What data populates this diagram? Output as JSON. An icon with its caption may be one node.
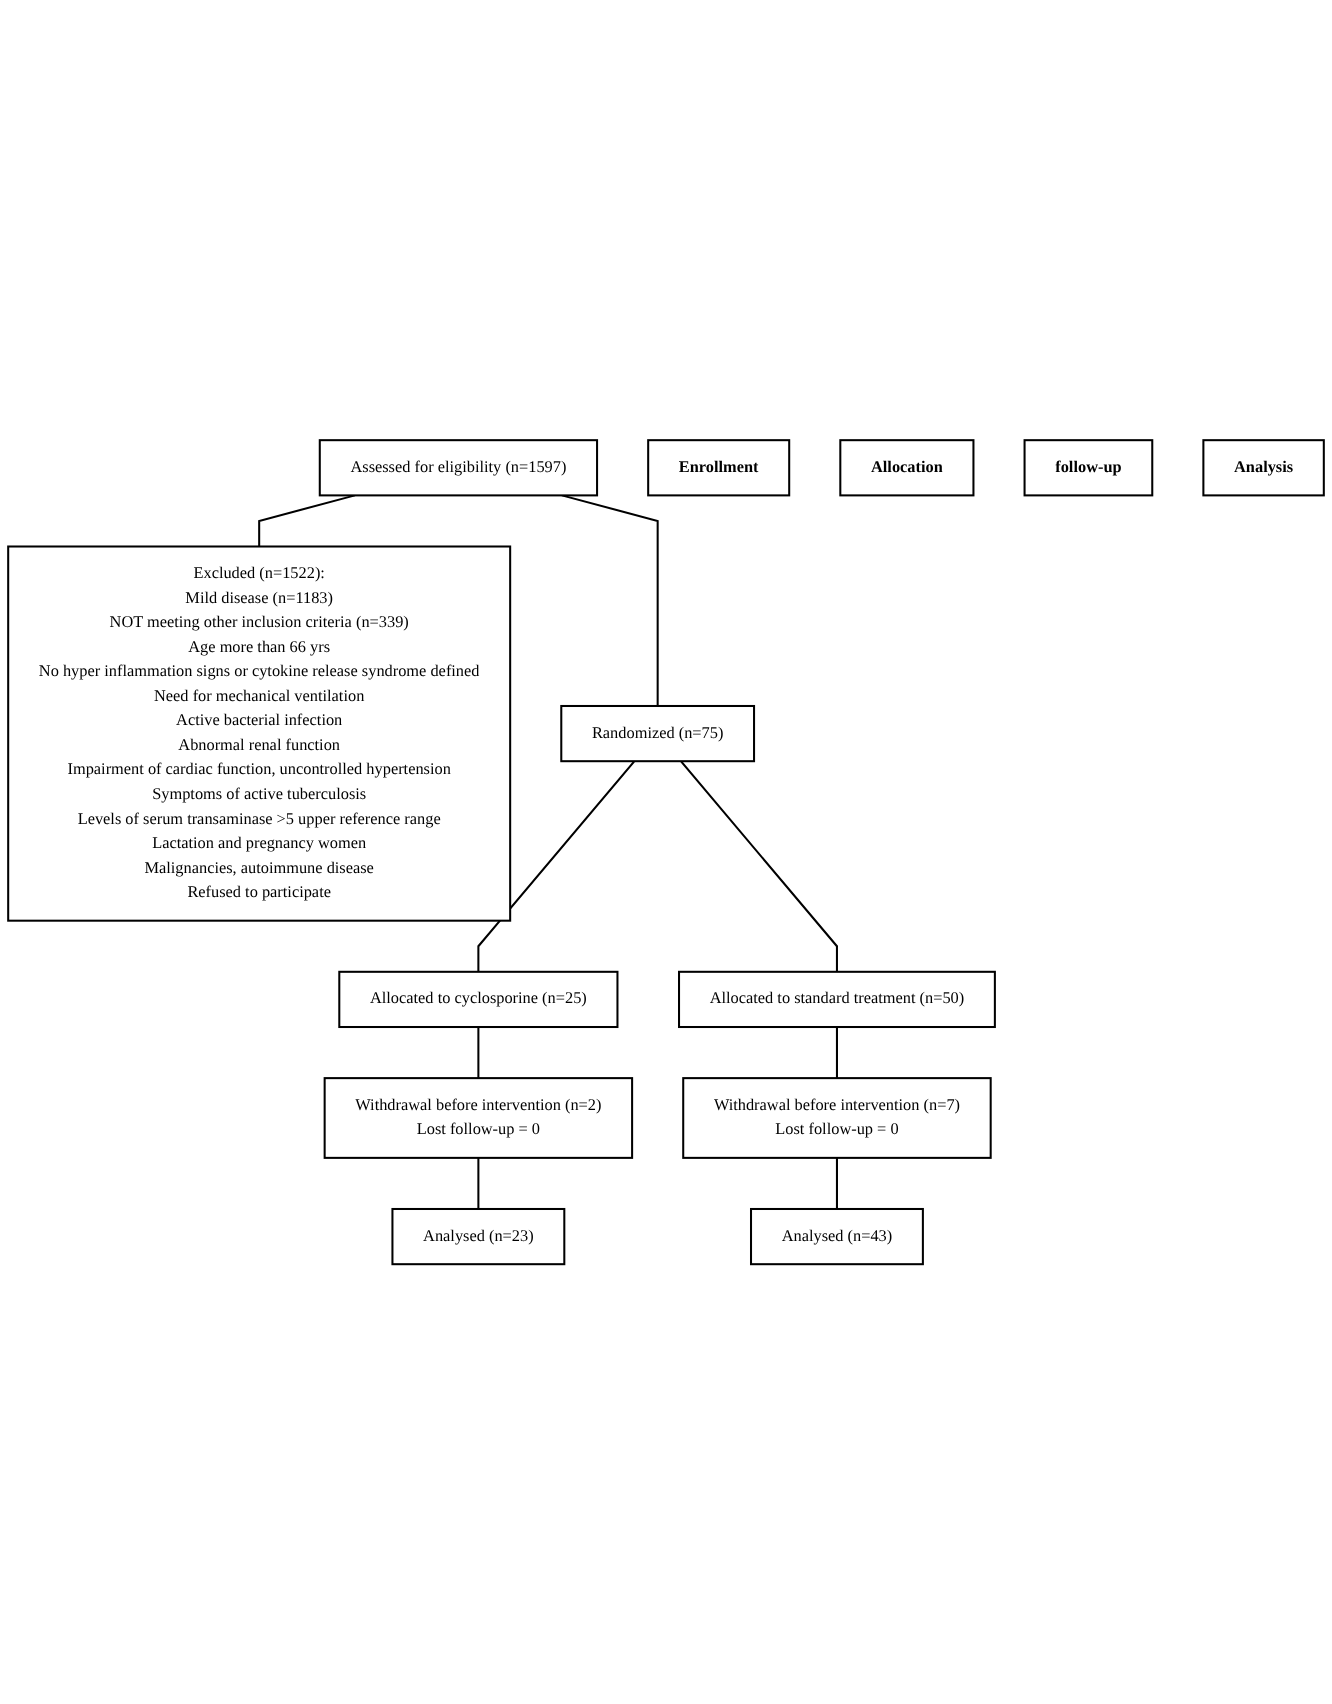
{
  "diagram": {
    "nodes": [
      {
        "text": [
          "Assessed for eligibility (n=1597)"
        ]
      },
      {
        "text": [
          "Enrollment"
        ]
      },
      {
        "text": [
          "Excluded (n=1522):",
          "Mild disease (n=1183)",
          "NOT meeting other inclusion criteria (n=339)",
          "Age more than 66 yrs",
          "No hyper inflammation signs or cytokine release syndrome defined",
          "Need for mechanical ventilation",
          "Active bacterial infection",
          "Abnormal renal function",
          "Impairment of cardiac function, uncontrolled hypertension",
          "Symptoms of active tuberculosis",
          "Levels of serum transaminase >5 upper reference range",
          "Lactation and pregnancy women",
          "Malignancies, autoimmune disease",
          "Refused to participate"
        ]
      },
      {
        "text": [
          "Allocation"
        ]
      },
      {
        "text": [
          "Randomized (n=75)"
        ]
      },
      {
        "text": [
          "Allocated to cyclosporine (n=25)"
        ]
      },
      {
        "text": [
          "Allocated to standard treatment (n=50)"
        ]
      },
      {
        "text": [
          "follow-up"
        ]
      },
      {
        "text": [
          "Withdrawal before intervention (n=2)",
          "Lost follow-up = 0"
        ]
      },
      {
        "text": [
          "Withdrawal before intervention (n=7)",
          "Lost follow-up = 0"
        ]
      },
      {
        "text": [
          "Analysis"
        ]
      },
      {
        "text": [
          "Analysed (n=23)"
        ]
      },
      {
        "text": [
          "Analysed (n=43)"
        ]
      }
    ],
    "edges": [
      {
        "from": 0,
        "to": 4,
        "arrow": "none"
      },
      {
        "from": 0,
        "to": 2,
        "arrow": "none"
      },
      {
        "from": 4,
        "to": 5,
        "arrow": "none"
      },
      {
        "from": 4,
        "to": 6,
        "arrow": "none"
      },
      {
        "from": 5,
        "to": 8,
        "arrow": "none"
      },
      {
        "from": 6,
        "to": 9,
        "arrow": "none"
      },
      {
        "from": 8,
        "to": 11,
        "arrow": "none"
      },
      {
        "from": 9,
        "to": 12,
        "arrow": "none"
      }
    ]
  }
}
